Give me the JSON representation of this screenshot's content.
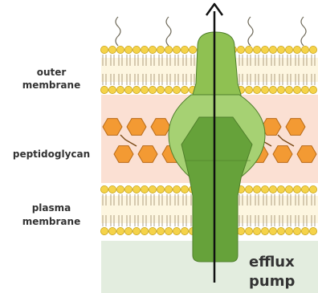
{
  "labels": {
    "outer_membrane_line1": "outer",
    "outer_membrane_line2": "membrane",
    "peptidoglycan": "peptidoglycan",
    "plasma_membrane_line1": "plasma",
    "plasma_membrane_line2": "membrane",
    "pump_line1": "efflux",
    "pump_line2": "pump"
  },
  "colors": {
    "lipid_head": "#f5d34a",
    "lipid_head_stroke": "#c9a418",
    "lipid_tail": "#9a8a66",
    "periplasm_bg": "#fbe0d3",
    "cytoplasm_bg": "#e3eddf",
    "peptidoglycan_hex": "#f39a33",
    "peptidoglycan_stroke": "#b86a18",
    "pump_outer": "#98c75c",
    "pump_channel": "#7db24a",
    "pump_inner": "#5f9a34",
    "pump_stroke": "#4f7f2b",
    "arrow": "#111111",
    "text": "#333333"
  }
}
